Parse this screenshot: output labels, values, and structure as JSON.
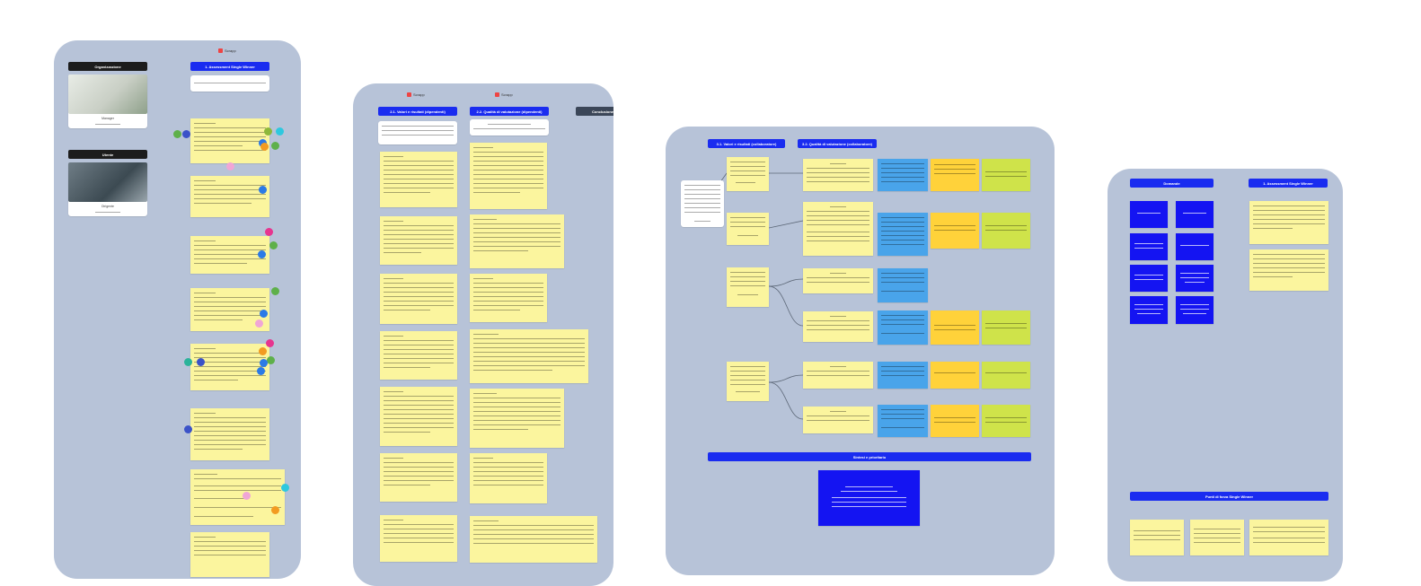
{
  "boards": [
    {
      "id": "board1",
      "tag": "Scrapp",
      "headers": {
        "left_top": "Organizzazione",
        "left_bottom": "Utente",
        "right": "1. Assessment Single Winner"
      },
      "persona_captions": [
        "Manager",
        "Dirigente"
      ]
    },
    {
      "id": "board2",
      "tag": "Scrapp",
      "headers": [
        "2.1. Valori e risultati (dipendenti)",
        "2.2. Qualità di valutazione (dipendenti)",
        "Conclusione"
      ]
    },
    {
      "id": "board3",
      "headers": [
        "3.1. Valori e risultati (collaboratore)",
        "3.2. Qualità di valutazione (collaboratore)"
      ],
      "bar_label": "Sintesi e prioritario"
    },
    {
      "id": "board4",
      "headers": {
        "left": "Domande",
        "right": "1. Assessment Single Winner",
        "bottom": "Punti di forza Single Winner"
      }
    }
  ],
  "colors": {
    "board_bg": "#b7c3d8",
    "sticky_yellow": "#fbf59e",
    "header_blue": "#1a2cf0",
    "dot_green": "#5eb04a",
    "dot_blue": "#2b7ae6",
    "dot_pink": "#e6358f",
    "dot_orange": "#f29b22"
  },
  "icons": [
    "board-tag-icon",
    "connector-lines"
  ]
}
